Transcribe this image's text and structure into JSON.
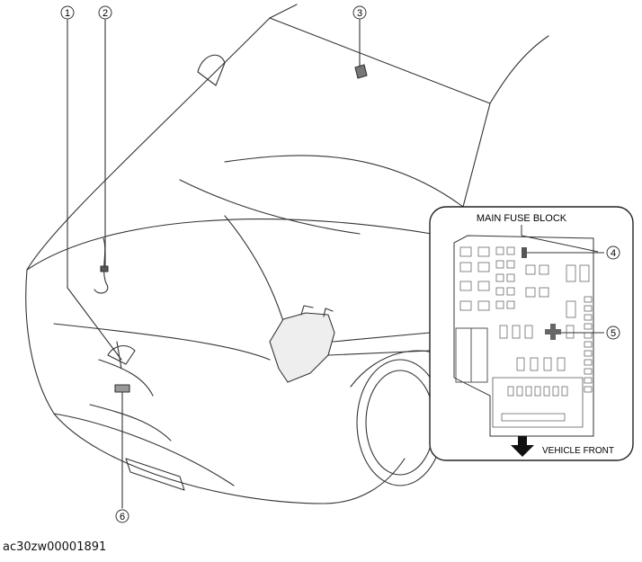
{
  "callouts": [
    "1",
    "2",
    "3",
    "4",
    "5",
    "6"
  ],
  "inset": {
    "title": "MAIN FUSE BLOCK",
    "direction_label": "VEHICLE FRONT",
    "direction_icon": "down-arrow-icon"
  },
  "caption": "ac30zw00001891"
}
